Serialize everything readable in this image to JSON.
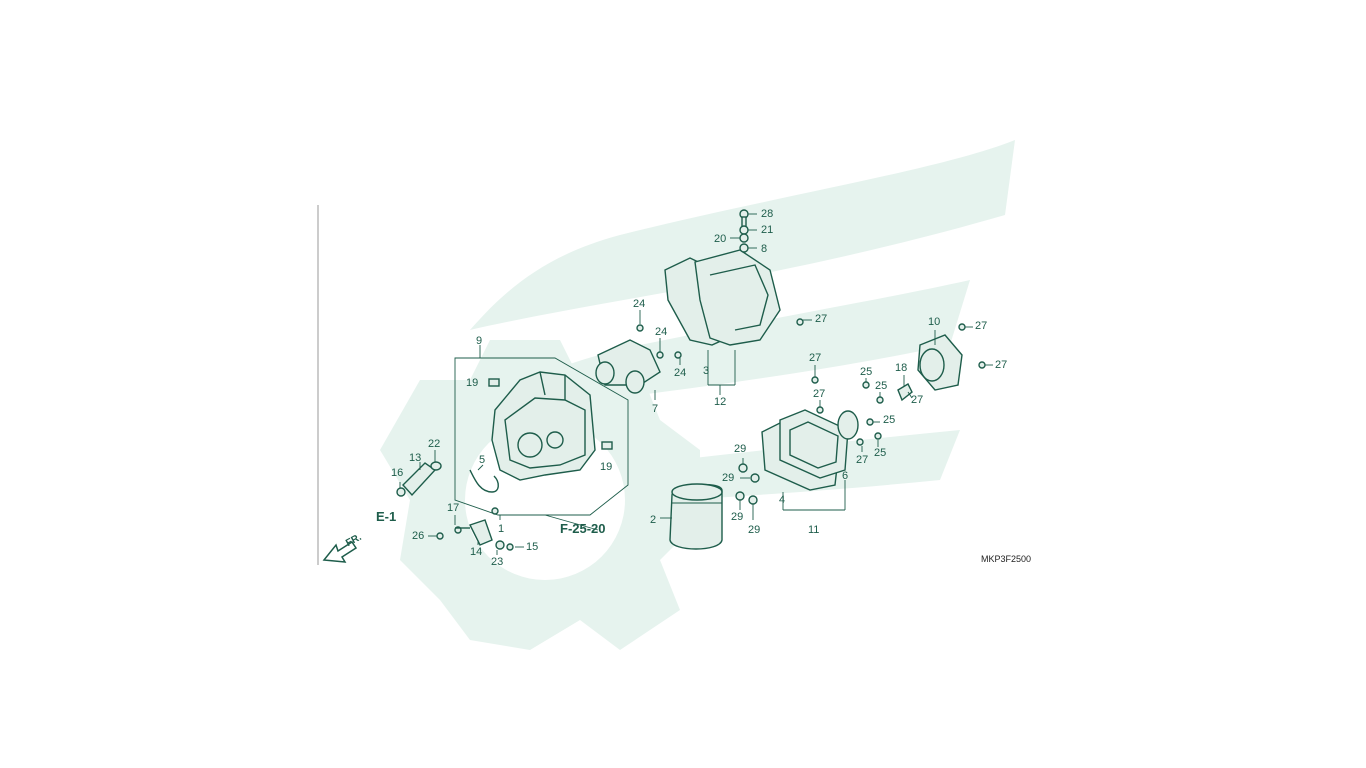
{
  "colors": {
    "line": "#1e5d4b",
    "part_fill": "#e3efea",
    "watermark": "#e6f3ee",
    "text": "#1e5d4b",
    "axis": "#9a9a9a"
  },
  "icons": {
    "front": "arrow-left-down-icon",
    "watermark": "wing-gear-watermark"
  },
  "diagram": {
    "code": "MKP3F2500",
    "front_label": "FR.",
    "references": [
      "E-1",
      "F-25-20"
    ],
    "part_numbers": [
      "1",
      "2",
      "3",
      "4",
      "5",
      "6",
      "7",
      "8",
      "9",
      "10",
      "11",
      "12",
      "13",
      "14",
      "15",
      "16",
      "17",
      "18",
      "19",
      "19",
      "20",
      "21",
      "22",
      "23",
      "24",
      "24",
      "24",
      "25",
      "25",
      "25",
      "25",
      "26",
      "27",
      "27",
      "27",
      "27",
      "27",
      "27",
      "27",
      "28",
      "29",
      "29",
      "29",
      "29"
    ]
  }
}
